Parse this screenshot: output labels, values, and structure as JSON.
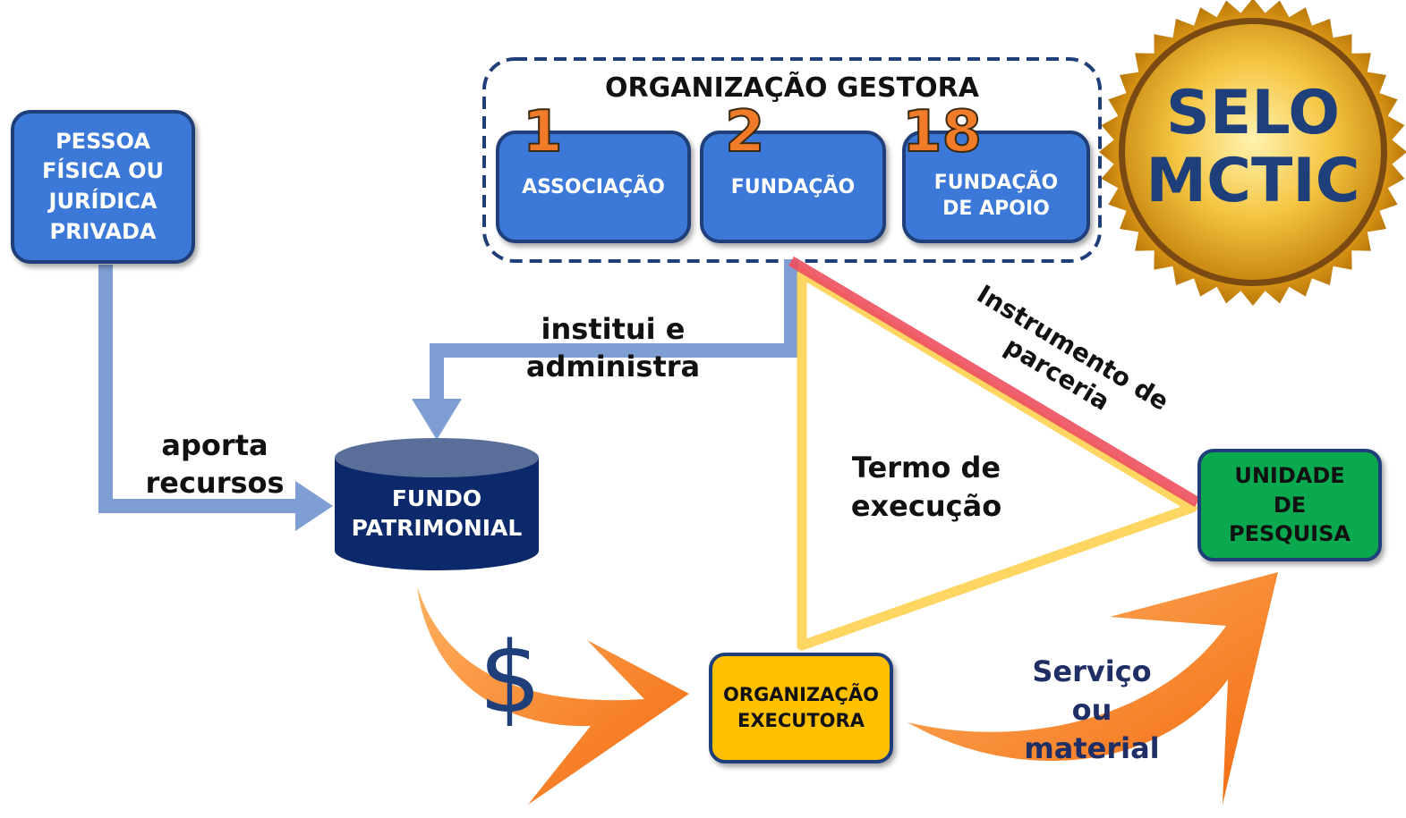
{
  "nodes": {
    "pessoa": "PESSOA\nFÍSICA OU\nJURÍDICA\nPRIVADA",
    "gestora_title": "ORGANIZAÇÃO GESTORA",
    "associacao": "ASSOCIAÇÃO",
    "fundacao": "FUNDAÇÃO",
    "fundacao_apoio": "FUNDAÇÃO\nDE APOIO",
    "fundo": "FUNDO\nPATRIMONIAL",
    "unidade": "UNIDADE\nDE\nPESQUISA",
    "executora": "ORGANIZAÇÃO\nEXECUTORA"
  },
  "numbers": {
    "n1": "1",
    "n2": "2",
    "n18": "18"
  },
  "edges": {
    "aporta": "aporta\nrecursos",
    "institui": "institui e\nadministra",
    "instrumento": "Instrumento de\nparceria",
    "termo": "Termo de\nexecução",
    "servico": "Serviço\nou\nmaterial",
    "dollar": "$"
  },
  "seal": {
    "line1": "SELO",
    "line2": "MCTIC"
  },
  "colors": {
    "blue_box": "#3b78d8",
    "navy_db": "#0c2a6b",
    "green": "#0aa84f",
    "gold_box": "#ffc000",
    "arrow_blue": "#7f9fd4",
    "orange": "#f47a1f",
    "yellow_line": "#ffd45a",
    "red_line": "#ee5060"
  }
}
